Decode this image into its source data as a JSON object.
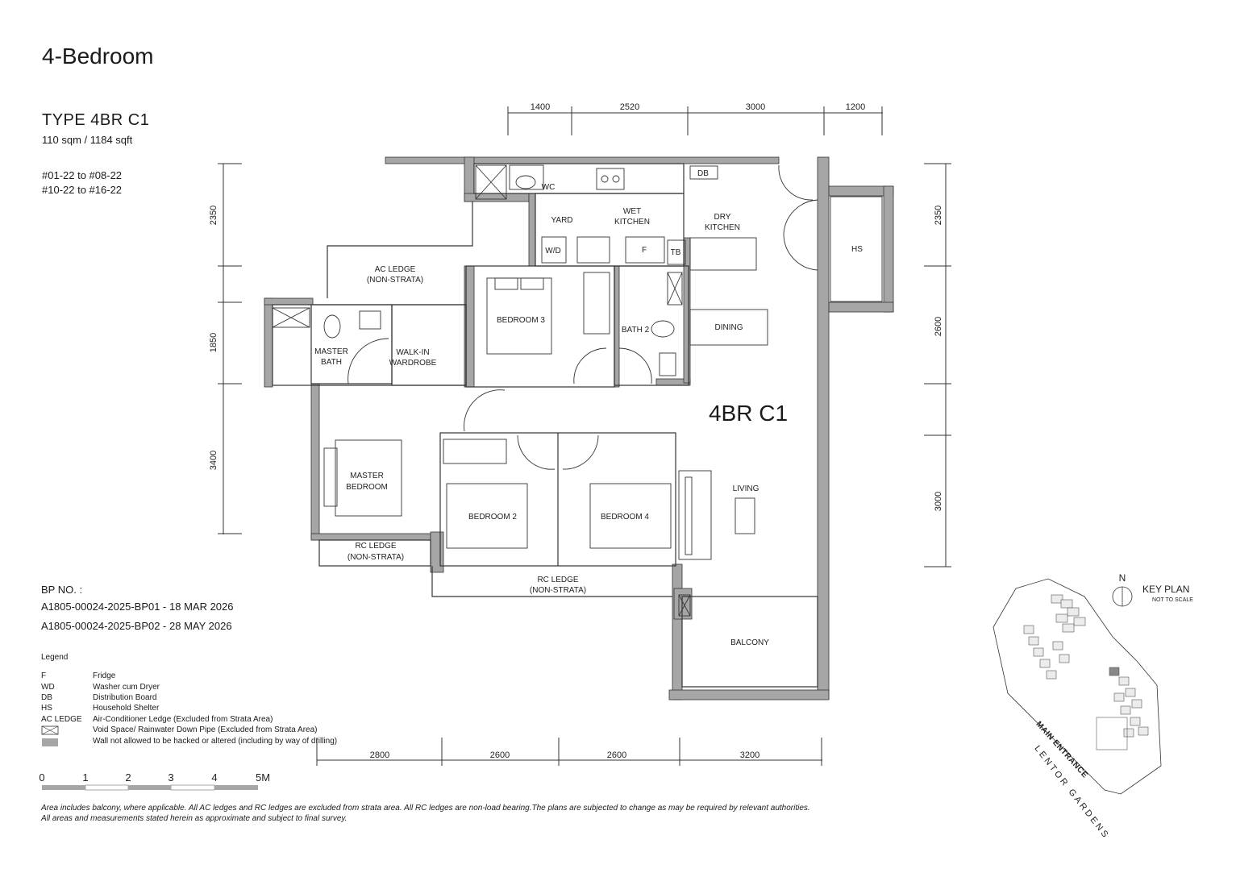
{
  "heading": "4-Bedroom",
  "unit_type": "TYPE 4BR C1",
  "area": "110 sqm / 1184 sqft",
  "units": [
    "#01-22 to #08-22",
    "#10-22 to #16-22"
  ],
  "plan_label": "4BR C1",
  "rooms": {
    "wc": "WC",
    "db": "DB",
    "yard": "YARD",
    "wet_kitchen_1": "WET",
    "wet_kitchen_2": "KITCHEN",
    "dry_kitchen_1": "DRY",
    "dry_kitchen_2": "KITCHEN",
    "wd": "W/D",
    "fridge": "F",
    "tb": "TB",
    "hs": "HS",
    "ac_ledge_1": "AC LEDGE",
    "ac_ledge_2": "(NON-STRATA)",
    "bedroom3": "BEDROOM 3",
    "bath2": "BATH 2",
    "dining": "DINING",
    "master_bath_1": "MASTER",
    "master_bath_2": "BATH",
    "walk_in_1": "WALK-IN",
    "walk_in_2": "WARDROBE",
    "master_bedroom_1": "MASTER",
    "master_bedroom_2": "BEDROOM",
    "bedroom2": "BEDROOM 2",
    "bedroom4": "BEDROOM 4",
    "living": "LIVING",
    "rc_ledge_left_1": "RC LEDGE",
    "rc_ledge_left_2": "(NON-STRATA)",
    "rc_ledge_mid_1": "RC LEDGE",
    "rc_ledge_mid_2": "(NON-STRATA)",
    "balcony": "BALCONY"
  },
  "dims": {
    "top": [
      "1400",
      "2520",
      "3000",
      "1200"
    ],
    "bottom": [
      "2800",
      "2600",
      "2600",
      "3200"
    ],
    "left": [
      "2350",
      "1850",
      "3400"
    ],
    "right": [
      "2350",
      "2600",
      "3000"
    ]
  },
  "bp_label": "BP NO. :",
  "bp_numbers": [
    "A1805-00024-2025-BP01 - 18 MAR 2026",
    "A1805-00024-2025-BP02 - 28 MAY 2026"
  ],
  "legend": {
    "title": "Legend",
    "items": [
      {
        "code": "F",
        "desc": "Fridge"
      },
      {
        "code": "WD",
        "desc": "Washer cum Dryer"
      },
      {
        "code": "DB",
        "desc": "Distribution Board"
      },
      {
        "code": "HS",
        "desc": "Household Shelter"
      },
      {
        "code": "AC LEDGE",
        "desc": "Air-Conditioner Ledge (Excluded from Strata Area)"
      },
      {
        "code": "",
        "desc": "Void Space/ Rainwater Down Pipe (Excluded from Strata Area)"
      },
      {
        "code": "",
        "desc": "Wall not allowed to be hacked or altered (including by way of drilling)"
      }
    ]
  },
  "scale": [
    "0",
    "1",
    "2",
    "3",
    "4",
    "5M"
  ],
  "footnote": [
    "Area includes balcony, where applicable. All AC ledges and RC ledges are excluded from strata area. All RC ledges are non-load bearing.The plans are subjected to change as may be required by relevant authorities.",
    "All areas and measurements stated herein as approximate and subject to final survey."
  ],
  "key_plan": {
    "north": "N",
    "title": "KEY PLAN",
    "subtitle": "NOT TO SCALE",
    "main_entrance": "MAIN ENTRANCE",
    "road": "LENTOR GARDENS"
  },
  "colors": {
    "wall": "#a6a6a6",
    "line": "#333333"
  }
}
